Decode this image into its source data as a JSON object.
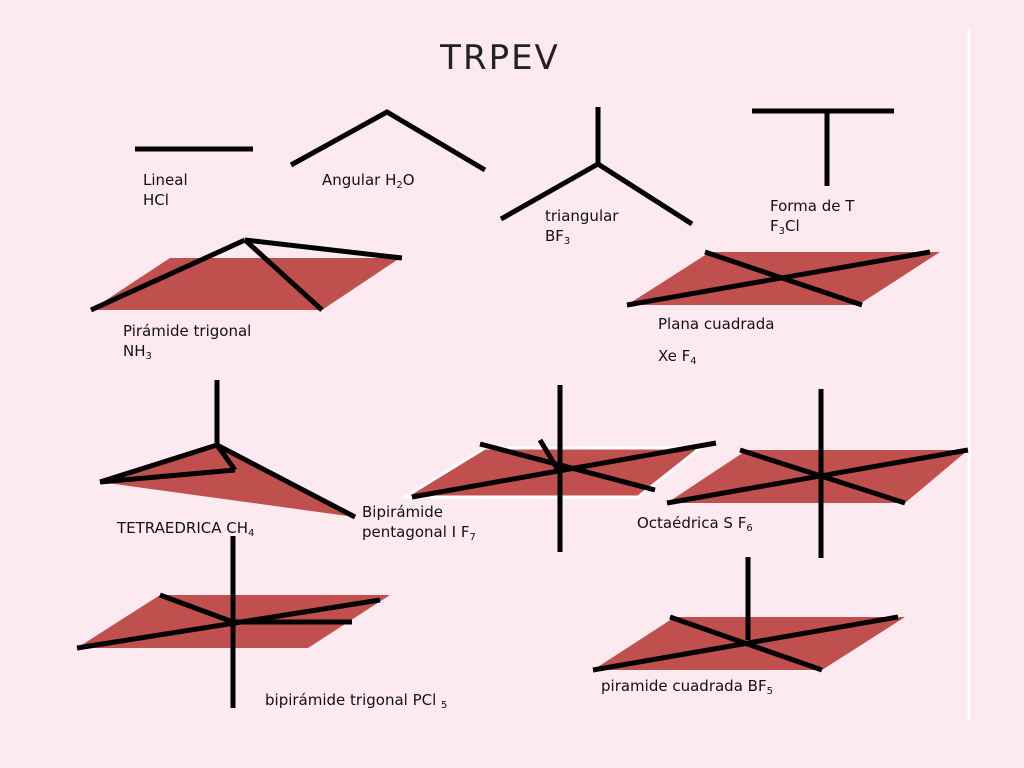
{
  "title": "TRPEV",
  "labels": {
    "lineal_1": "Lineal",
    "lineal_2": "HCl",
    "angular": "Angular H",
    "angular_sub": "2",
    "angular_tail": "O",
    "triangular_1": "triangular",
    "triangular_2": "BF",
    "triangular_sub": "3",
    "formaT_1": "Forma de T",
    "formaT_2a": "F",
    "formaT_sub": "3",
    "formaT_2b": "Cl",
    "piramide_1": "Pirámide trigonal",
    "piramide_2": "NH",
    "piramide_sub": "3",
    "plana_1": "Plana cuadrada",
    "plana_2": "Xe F",
    "plana_sub": "4",
    "tetra": "TETRAEDRICA CH",
    "tetra_sub": "4",
    "bipent_1": "Bipirámide",
    "bipent_2": "pentagonal I F",
    "bipent_sub": "7",
    "octa": "Octaédrica S F",
    "octa_sub": "6",
    "bitrig": "bipirámide trigonal PCl ",
    "bitrig_sub": "5",
    "pircuad": "piramide cuadrada BF",
    "pircuad_sub": "5"
  },
  "colors": {
    "background": "#fdeaf0",
    "plane_fill": "#c0504d",
    "stroke": "#000000"
  }
}
